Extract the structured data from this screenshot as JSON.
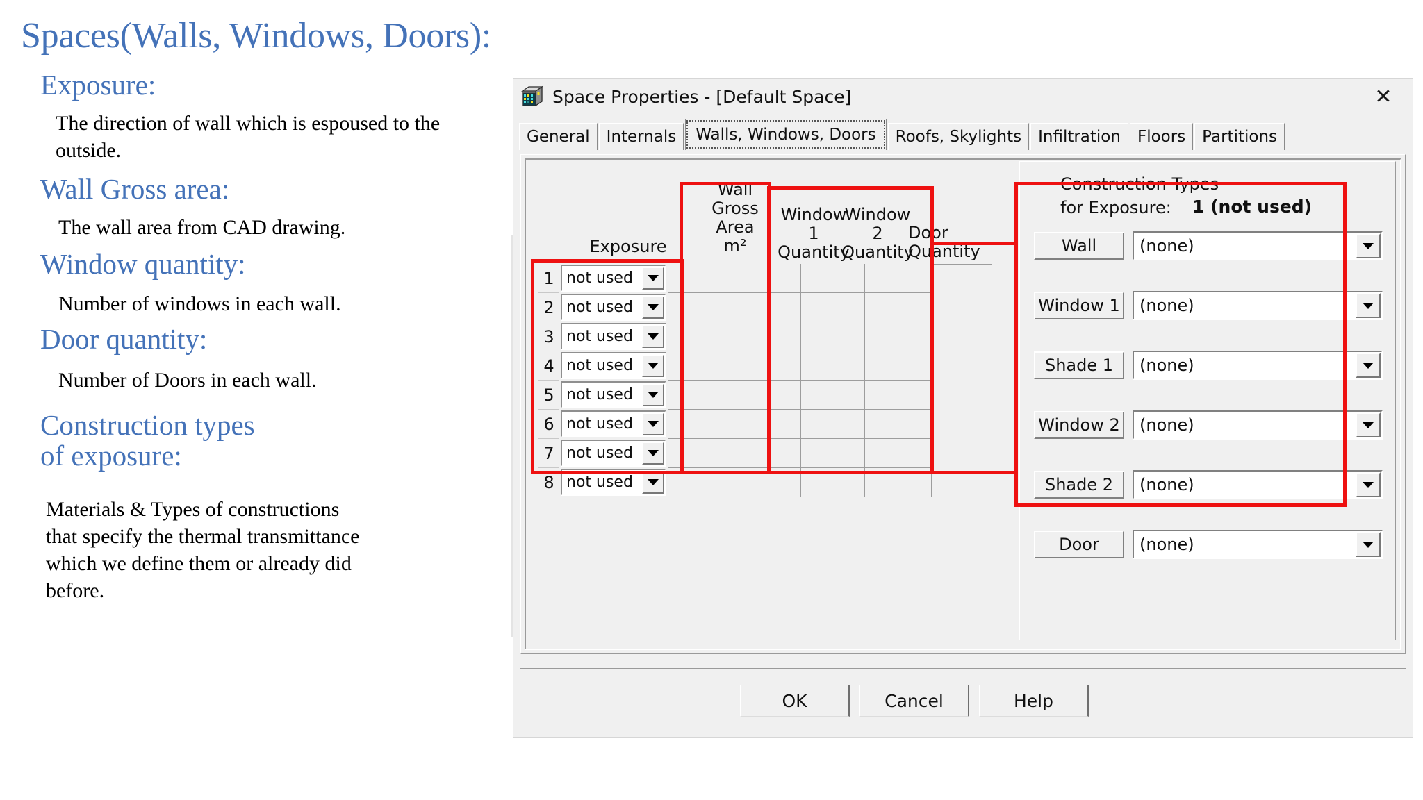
{
  "slide": {
    "title": "Spaces(Walls, Windows, Doors):",
    "accent_color": "#4472b8",
    "bullets": [
      {
        "head": "Exposure:",
        "body": "The direction of wall which is\nespoused to the outside."
      },
      {
        "head": "Wall Gross area:",
        "body": "The wall area from CAD drawing."
      },
      {
        "head": "Window quantity:",
        "body": "Number of windows in each wall."
      },
      {
        "head": "Door quantity:",
        "body": "Number of Doors in each wall."
      },
      {
        "head": "Construction types\nof exposure:",
        "body": "Materials & Types of constructions\nthat specify the thermal transmittance\nwhich we define them or already did\nbefore."
      }
    ]
  },
  "dialog": {
    "title": "Space Properties - [Default Space]",
    "icon": "building-block-icon",
    "close_label": "✕",
    "tabs": [
      {
        "label": "General",
        "active": false
      },
      {
        "label": "Internals",
        "active": false
      },
      {
        "label": "Walls, Windows, Doors",
        "active": true
      },
      {
        "label": "Roofs, Skylights",
        "active": false
      },
      {
        "label": "Infiltration",
        "active": false
      },
      {
        "label": "Floors",
        "active": false
      },
      {
        "label": "Partitions",
        "active": false
      }
    ],
    "grid": {
      "headers": {
        "exposure": "Exposure",
        "wall_gross_area": "Wall\nGross\nArea\nm²",
        "window1_quantity": "Window\n1\nQuantity",
        "window2_quantity": "Window\n2\nQuantity",
        "door_quantity": "Door\nQuantity"
      },
      "rows": [
        {
          "num": "1",
          "exposure": "not used",
          "wall_gross_area": "",
          "window1_quantity": "",
          "window2_quantity": "",
          "door_quantity": ""
        },
        {
          "num": "2",
          "exposure": "not used",
          "wall_gross_area": "",
          "window1_quantity": "",
          "window2_quantity": "",
          "door_quantity": ""
        },
        {
          "num": "3",
          "exposure": "not used",
          "wall_gross_area": "",
          "window1_quantity": "",
          "window2_quantity": "",
          "door_quantity": ""
        },
        {
          "num": "4",
          "exposure": "not used",
          "wall_gross_area": "",
          "window1_quantity": "",
          "window2_quantity": "",
          "door_quantity": ""
        },
        {
          "num": "5",
          "exposure": "not used",
          "wall_gross_area": "",
          "window1_quantity": "",
          "window2_quantity": "",
          "door_quantity": ""
        },
        {
          "num": "6",
          "exposure": "not used",
          "wall_gross_area": "",
          "window1_quantity": "",
          "window2_quantity": "",
          "door_quantity": ""
        },
        {
          "num": "7",
          "exposure": "not used",
          "wall_gross_area": "",
          "window1_quantity": "",
          "window2_quantity": "",
          "door_quantity": ""
        },
        {
          "num": "8",
          "exposure": "not used",
          "wall_gross_area": "",
          "window1_quantity": "",
          "window2_quantity": "",
          "door_quantity": ""
        }
      ]
    },
    "construction_types": {
      "title": "Construction Types",
      "subtitle": "for Exposure:",
      "exposure_value": "1  (not used)",
      "rows": [
        {
          "button": "Wall",
          "mnemonic": "W",
          "value": "(none)"
        },
        {
          "button": "Window 1",
          "mnemonic": "n",
          "value": "(none)"
        },
        {
          "button": "Shade 1",
          "mnemonic": "S",
          "value": "(none)"
        },
        {
          "button": "Window 2",
          "mnemonic": "n",
          "value": "(none)"
        },
        {
          "button": "Shade 2",
          "mnemonic": "h",
          "value": "(none)"
        },
        {
          "button": "Door",
          "mnemonic": "D",
          "value": "(none)"
        }
      ]
    },
    "buttons": {
      "ok": "OK",
      "cancel": "Cancel",
      "help": "Help"
    }
  },
  "annotations": {
    "color": "#ee1111",
    "boxes": [
      {
        "name": "exposure-column",
        "target": "Exposure"
      },
      {
        "name": "wall-gross-area-column",
        "target": "Wall Gross Area m²"
      },
      {
        "name": "window-quantity-columns",
        "target": "Window 1/2 Quantity"
      },
      {
        "name": "door-quantity-column",
        "target": "Door Quantity"
      },
      {
        "name": "construction-types-panel",
        "target": "Construction Types for Exposure"
      }
    ]
  }
}
